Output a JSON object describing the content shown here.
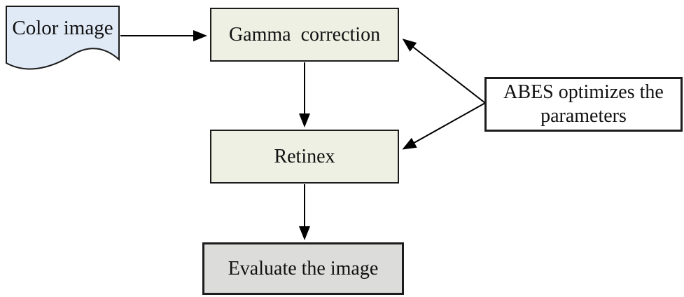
{
  "diagram": {
    "background": "#ffffff",
    "stroke_color": "#1c1c1c",
    "arrow_color": "#000000",
    "text_color": "#111111",
    "nodes": {
      "color_image": {
        "label": "Color image",
        "shape": "document",
        "fill": "#e0e9f6"
      },
      "gamma": {
        "label": "Gamma correction",
        "shape": "process",
        "fill": "#eef0e3"
      },
      "retinex": {
        "label": "Retinex",
        "shape": "process",
        "fill": "#eef0e3"
      },
      "evaluate": {
        "label": "Evaluate the image",
        "shape": "process",
        "fill": "#dcdcda"
      },
      "abes": {
        "label": "ABES optimizes the parameters",
        "shape": "process",
        "fill": "#ffffff"
      }
    },
    "edges": [
      {
        "from": "color_image",
        "to": "gamma"
      },
      {
        "from": "gamma",
        "to": "retinex"
      },
      {
        "from": "retinex",
        "to": "evaluate"
      },
      {
        "from": "abes",
        "to": "gamma"
      },
      {
        "from": "abes",
        "to": "retinex"
      }
    ]
  }
}
